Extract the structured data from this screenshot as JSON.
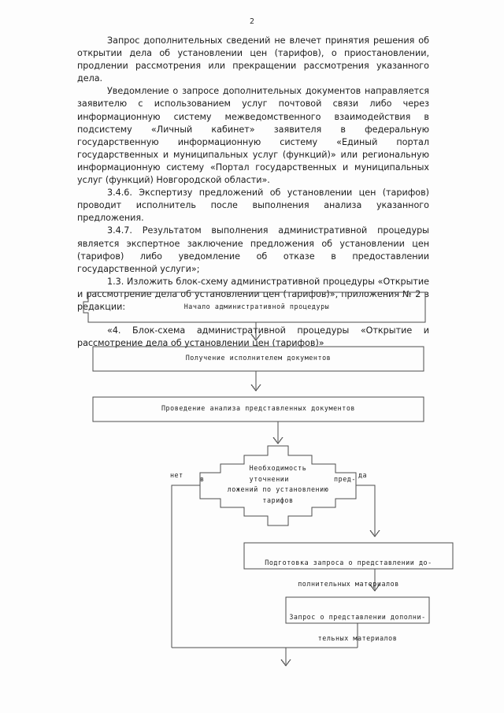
{
  "document": {
    "page_number": "2",
    "paragraphs": [
      "Запрос дополнительных сведений не влечет принятия решения об открытии дела об установлении цен (тарифов), о приостановлении, продлении рассмотрения или прекращении рассмотрения указанного дела.",
      "Уведомление о запросе дополнительных документов направляется заявителю с использованием услуг почтовой связи либо через информационную систему межведомственного взаимодействия в подсистему «Личный кабинет» заявителя в федеральную государственную информационную систему «Единый портал государственных и муниципальных услуг (функций)» или региональную информационную систему «Портал государственных и муниципальных услуг (функций) Новгородской области».",
      "3.4.6. Экспертизу предложений об установлении цен (тарифов) проводит исполнитель после выполнения анализа указанного предложения.",
      "3.4.7. Результатом выполнения административной процедуры является экспертное заключение предложения об установлении цен (тарифов) либо уведомление об отказе в предоставлении государственной услуги»;",
      "1.3. Изложить блок-схему административной процедуры «Открытие и рассмотрение дела об установлении цен (тарифов)», приложения № 2 в редакции:"
    ],
    "quoted_heading": "«4. Блок-схема административной процедуры «Открытие и рассмотрение дела об установлении цен (тарифов)»"
  },
  "flowchart": {
    "nodes": [
      {
        "id": "start",
        "shape": "terminator",
        "text": "Начало административной процедуры"
      },
      {
        "id": "receive",
        "shape": "process",
        "text": "Получение исполнителем документов"
      },
      {
        "id": "analysis",
        "shape": "process",
        "text": "Проведение анализа представленных документов"
      },
      {
        "id": "decision",
        "shape": "decision",
        "line1": "Необходимость",
        "line2": "в уточнении пред-",
        "line3": "ложений по установлению",
        "line4": "тарифов"
      },
      {
        "id": "prepare",
        "shape": "process",
        "line1": "Подготовка запроса о представлении до-",
        "line2": "полнительных материалов"
      },
      {
        "id": "request",
        "shape": "process",
        "line1": "Запрос о представлении дополни-",
        "line2": "тельных материалов"
      }
    ],
    "edge_labels": {
      "no": "нет",
      "yes": "да"
    },
    "colors": {
      "stroke": "#4d4d4d",
      "text": "#232323"
    }
  }
}
